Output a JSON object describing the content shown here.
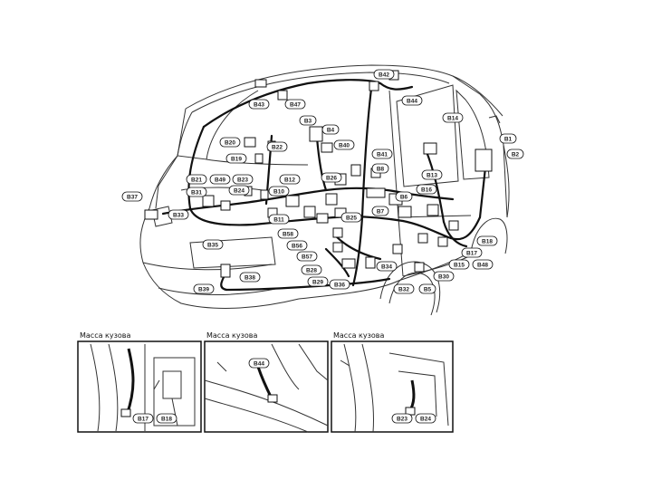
{
  "colors": {
    "line": "#333333",
    "harness": "#111111",
    "label_fill": "#ffffff"
  },
  "labels": {
    "B42": "B42",
    "B43": "B43",
    "B47": "B47",
    "B44": "B44",
    "B14": "B14",
    "B1": "B1",
    "B2": "B2",
    "B3": "B3",
    "B4": "B4",
    "B40": "B40",
    "B20": "B20",
    "B22": "B22",
    "B19": "B19",
    "B41": "B41",
    "B8": "B8",
    "B21": "B21",
    "B49": "B49",
    "B23": "B23",
    "B12": "B12",
    "B26": "B26",
    "B13": "B13",
    "B31": "B31",
    "B24": "B24",
    "B10": "B10",
    "B16": "B16",
    "B37": "B37",
    "B6": "B6",
    "B33": "B33",
    "B11": "B11",
    "B7": "B7",
    "B25": "B25",
    "B58": "B58",
    "B18": "B18",
    "B56": "B56",
    "B35": "B35",
    "B17": "B17",
    "B57": "B57",
    "B15": "B15",
    "B48": "B48",
    "B34": "B34",
    "B28": "B28",
    "B38": "B38",
    "B30": "B30",
    "B29": "B29",
    "B36": "B36",
    "B39": "B39",
    "B32": "B32",
    "B5": "B5"
  },
  "insets": [
    {
      "title": "Масса кузова",
      "labels": [
        "B17",
        "B18"
      ]
    },
    {
      "title": "Масса кузова",
      "labels": [
        "B44"
      ]
    },
    {
      "title": "Масса кузова",
      "labels": [
        "B23",
        "B24"
      ]
    }
  ]
}
